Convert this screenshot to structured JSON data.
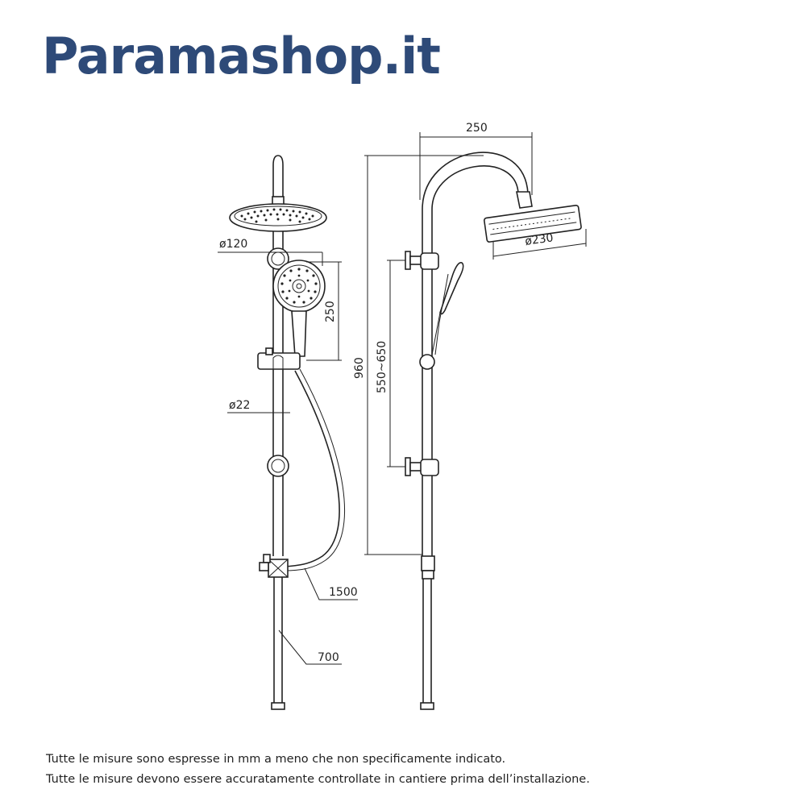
{
  "brand": {
    "name": "Paramashop.it",
    "color": "#2e4a78"
  },
  "dimensions": {
    "front_handshower_diameter": "ø120",
    "front_slide_travel": "250",
    "front_bar_diameter": "ø22",
    "hose_length": "1500",
    "lower_pipe_length": "700",
    "side_arm_reach": "250",
    "side_total_height": "960",
    "side_bracket_spacing": "550~650",
    "side_head_diameter": "ø230"
  },
  "notes": {
    "line1": "Tutte le misure sono espresse in mm a meno che non specificamente indicato.",
    "line2": "Tutte le misure devono essere accuratamente controllate in cantiere prima dell’installazione."
  }
}
